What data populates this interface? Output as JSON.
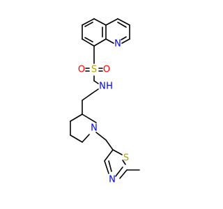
{
  "structure": {
    "colors": {
      "bond": "#000000",
      "carbon": "#000000",
      "nitrogen": "#0000ff",
      "oxygen": "#ff0000",
      "sulfur": "#b3a100"
    },
    "atom_labels": {
      "quinoline_n": "N",
      "sulfonyl_s": "S",
      "oxygen_left": "O",
      "oxygen_right": "O",
      "sulfonamide_n": "N",
      "sulfonamide_h": "H",
      "piperidine_n": "N",
      "thiazole_s": "S",
      "thiazole_n": "N"
    }
  }
}
